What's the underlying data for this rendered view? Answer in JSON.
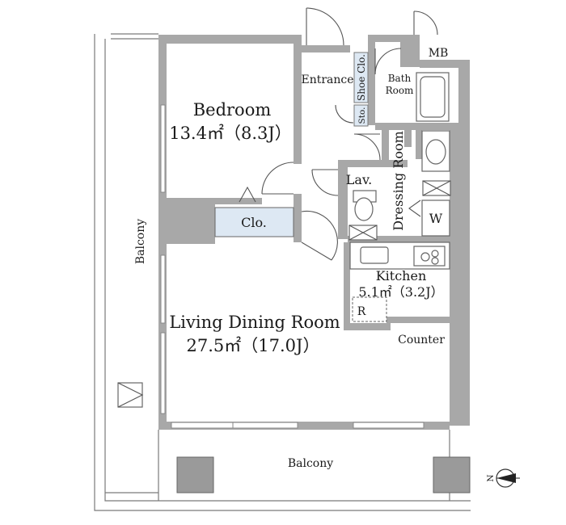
{
  "rooms": {
    "bedroom": {
      "name": "Bedroom",
      "area": "13.4㎡（8.3J）"
    },
    "ldr": {
      "name": "Living Dining Room",
      "area": "27.5㎡（17.0J）"
    },
    "kitchen": {
      "name": "Kitchen",
      "area": "5.1㎡（3.2J）"
    },
    "entrance": "Entrance",
    "shoe_closet": "Shoe Clo.",
    "storage": "Sto.",
    "bath_line1": "Bath",
    "bath_line2": "Room",
    "dressing": "Dressing Room",
    "lavatory": "Lav.",
    "closet": "Clo.",
    "washer": "W",
    "fridge": "R",
    "counter": "Counter",
    "meter_box": "MB",
    "balcony_side": "Balcony",
    "balcony_bottom": "Balcony"
  },
  "compass": {
    "north": "N"
  },
  "colors": {
    "wall": "#a8a8a8",
    "closet_fill": "#dde8f3"
  }
}
